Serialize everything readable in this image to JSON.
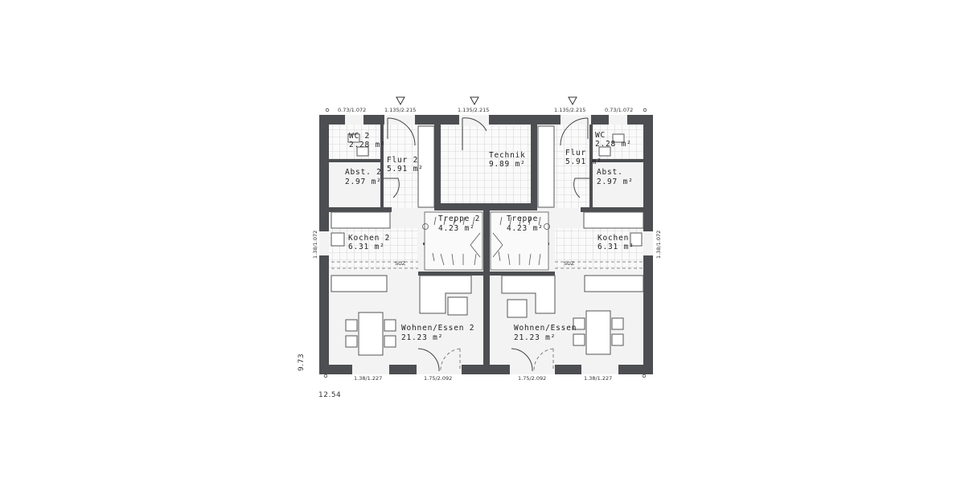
{
  "plan": {
    "rooms": [
      {
        "name": "WC 2",
        "area": "2.28 m²"
      },
      {
        "name": "Flur 2",
        "area": "5.91 m²"
      },
      {
        "name": "Abst. 2",
        "area": "2.97 m²"
      },
      {
        "name": "Technik",
        "area": "9.89 m²"
      },
      {
        "name": "Flur",
        "area": "5.91 m²"
      },
      {
        "name": "WC",
        "area": "2.28 m²"
      },
      {
        "name": "Abst.",
        "area": "2.97 m²"
      },
      {
        "name": "Treppe 2",
        "area": "4.23 m²"
      },
      {
        "name": "Treppe",
        "area": "4.23 m²"
      },
      {
        "name": "Kochen 2",
        "area": "6.31 m²"
      },
      {
        "name": "Kochen",
        "area": "6.31 m²"
      },
      {
        "name": "Wohnen/Essen 2",
        "area": "21.23 m²"
      },
      {
        "name": "Wohnen/Essen",
        "area": "21.23 m²"
      }
    ],
    "top_dims": [
      "0.73/1.072",
      "1.135/2.215",
      "1.135/2.215",
      "1.135/2.215",
      "0.73/1.072"
    ],
    "bottom_dims": [
      "1.38/1.227",
      "1.75/2.092",
      "1.75/2.092",
      "1.38/1.227"
    ],
    "side_dims": [
      "1.38/1.072",
      "1.38/1.072"
    ],
    "suz_labels": [
      "SUZ",
      "SUZ"
    ],
    "overall_depth": "9.73",
    "overall_width": "12.54",
    "colors": {
      "wall": "#4d4e52",
      "floor": "#f3f3f3"
    }
  }
}
